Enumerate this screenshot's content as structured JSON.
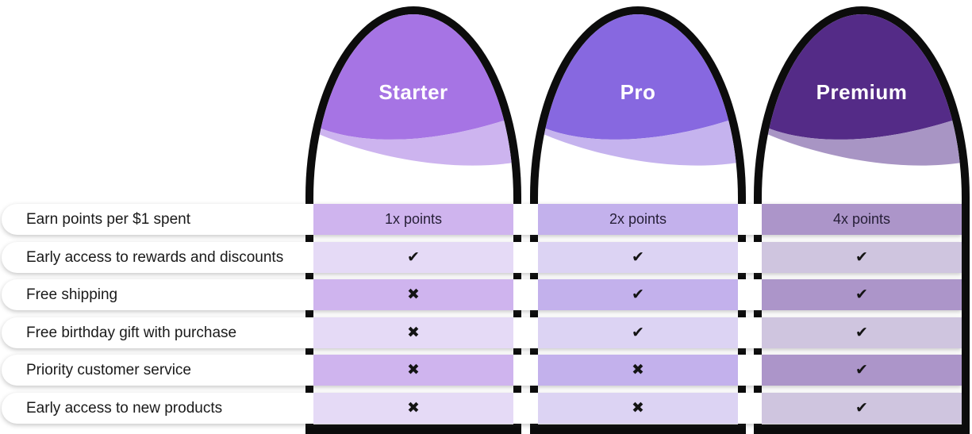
{
  "table_title": "loyalty-plan-comparison",
  "columns": [
    {
      "name": "Starter",
      "header_color": "#a674e4",
      "wave_color": "#cdb4ef",
      "cell_dark": "#cfb4ee",
      "cell_light": "#e5daf6"
    },
    {
      "name": "Pro",
      "header_color": "#8768e0",
      "wave_color": "#c5b3ee",
      "cell_dark": "#c3b1ec",
      "cell_light": "#dcd3f3"
    },
    {
      "name": "Premium",
      "header_color": "#542b87",
      "wave_color": "#a895c4",
      "cell_dark": "#ac95c9",
      "cell_light": "#cfc5df"
    }
  ],
  "rows": [
    {
      "label": "Earn points per $1 spent",
      "values": [
        "1x points",
        "2x points",
        "4x points"
      ]
    },
    {
      "label": "Early access to rewards and discounts",
      "values": [
        "check",
        "check",
        "check"
      ]
    },
    {
      "label": "Free shipping",
      "values": [
        "cross",
        "check",
        "check"
      ]
    },
    {
      "label": "Free birthday gift with purchase",
      "values": [
        "cross",
        "check",
        "check"
      ]
    },
    {
      "label": "Priority customer service",
      "values": [
        "cross",
        "cross",
        "check"
      ]
    },
    {
      "label": "Early access to new products",
      "values": [
        "cross",
        "cross",
        "check"
      ]
    }
  ],
  "icons": {
    "check": "✔",
    "cross": "✖"
  },
  "colors": {
    "outline_black": "#0c0c0c",
    "page_background": "#ffffff",
    "label_text": "#1a1a1a",
    "points_text": "#251e36",
    "mark_color": "#141414",
    "header_title_text": "#ffffff"
  }
}
